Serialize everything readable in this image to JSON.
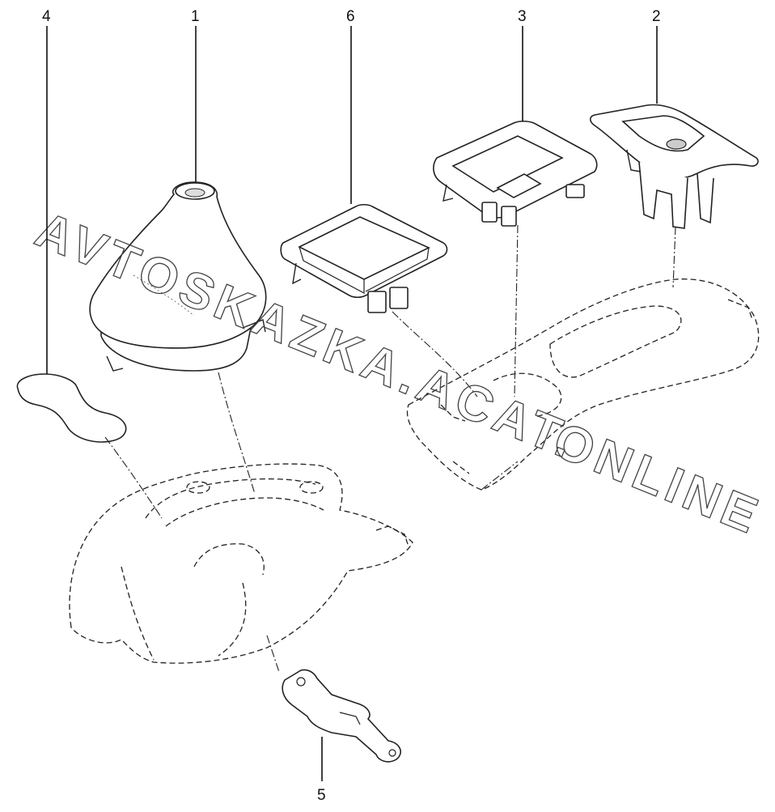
{
  "callouts": [
    {
      "id": "4",
      "label": "4"
    },
    {
      "id": "1",
      "label": "1"
    },
    {
      "id": "6",
      "label": "6"
    },
    {
      "id": "3",
      "label": "3"
    },
    {
      "id": "2",
      "label": "2"
    },
    {
      "id": "5",
      "label": "5"
    }
  ],
  "watermark": {
    "line1": "AVTOSKAZKA.ACAT.",
    "line2": "ONLINE"
  }
}
